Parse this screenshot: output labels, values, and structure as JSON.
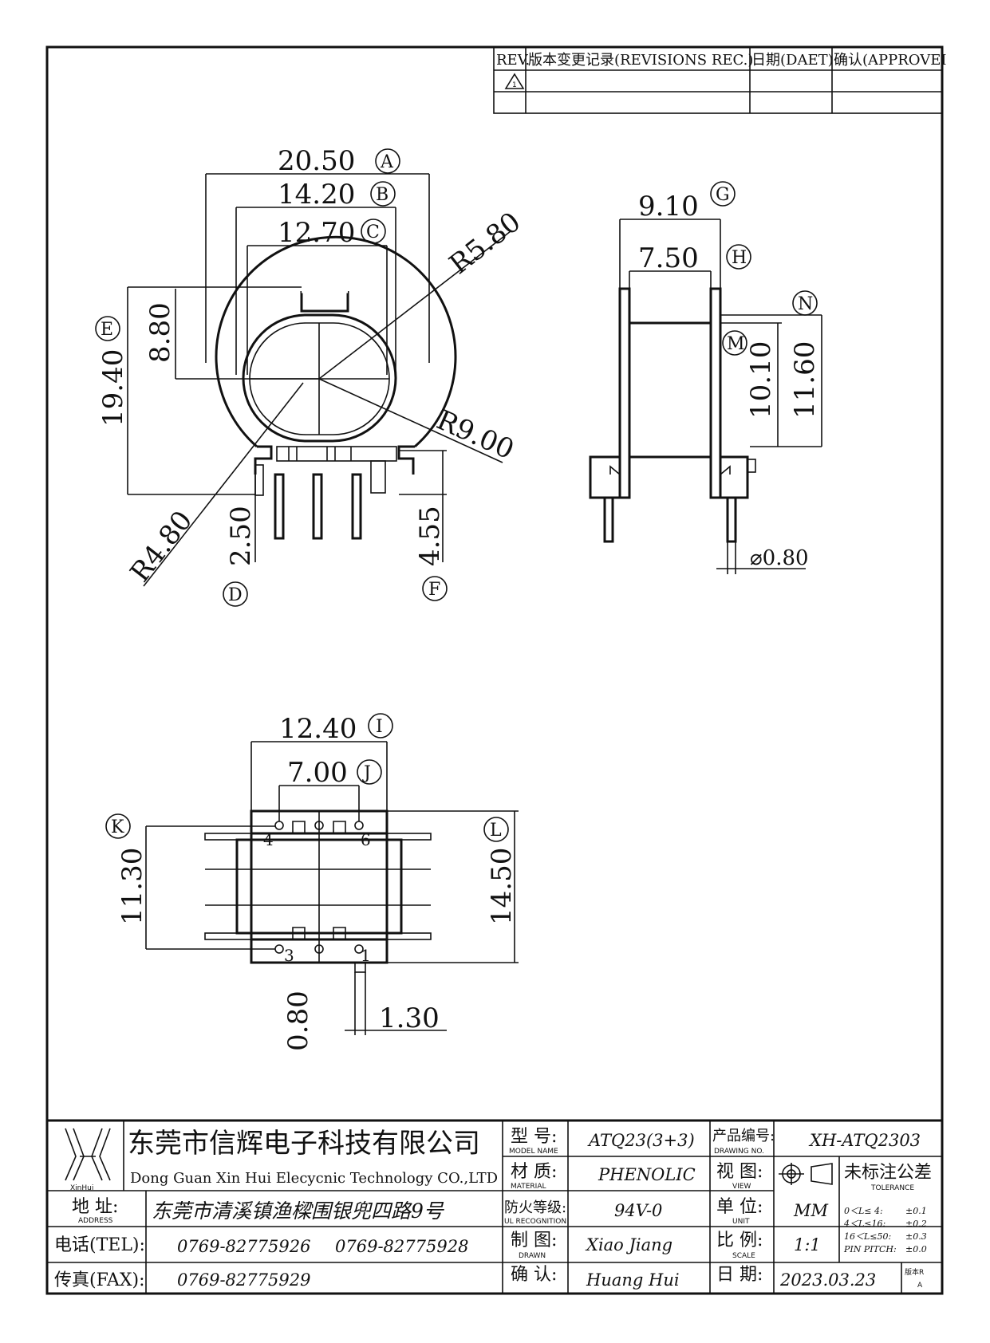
{
  "revision_table": {
    "headers": [
      "REV.",
      "版本变更记录(REVISIONS REC.)",
      "日期(DAET)",
      "确认(APPROVEI"
    ],
    "rev_symbol": "1"
  },
  "front_view": {
    "dims": {
      "a": "20.50",
      "b": "14.20",
      "c": "12.70",
      "e1": "19.40",
      "e2": "8.80",
      "r1": "R5.80",
      "r2": "R9.00",
      "r3": "R4.80",
      "d": "2.50",
      "f": "4.55"
    },
    "labels": [
      "A",
      "B",
      "C",
      "D",
      "E",
      "F"
    ]
  },
  "side_view": {
    "dims": {
      "g": "9.10",
      "h": "7.50",
      "m": "10.10",
      "n": "11.60",
      "pin": "⌀0.80"
    },
    "labels": [
      "G",
      "H",
      "M",
      "N"
    ]
  },
  "bottom_view": {
    "dims": {
      "i": "12.40",
      "j": "7.00",
      "k": "11.30",
      "l": "14.50",
      "p1": "0.80",
      "p2": "1.30"
    },
    "labels": [
      "I",
      "J",
      "K",
      "L"
    ],
    "pins": [
      "4",
      "6",
      "3",
      "1"
    ]
  },
  "title_block": {
    "logo_text": "XinHui",
    "company_cn": "东莞市信辉电子科技有限公司",
    "company_en": "Dong Guan Xin Hui Elecycnic Technology CO.,LTD",
    "address_label": "地  址:",
    "address_sub": "ADDRESS",
    "address": "东莞市清溪镇渔樑围银兜四路9号",
    "tel_label": "电话(TEL):",
    "tel1": "0769-82775926",
    "tel2": "0769-82775928",
    "fax_label": "传真(FAX):",
    "fax": "0769-82775929",
    "model_label": "型  号:",
    "model_sub": "MODEL NAME",
    "model": "ATQ23(3+3)",
    "material_label": "材  质:",
    "material_sub": "MATERIAL",
    "material": "PHENOLIC",
    "ul_label": "防火等级:",
    "ul_sub": "UL RECOGNITION",
    "ul": "94V-0",
    "drawn_label": "制  图:",
    "drawn_sub": "DRAWN",
    "drawn": "Xiao  Jiang",
    "approve_label": "确  认:",
    "approve": "Huang Hui",
    "drawing_no_label": "产品编号:",
    "drawing_no_sub": "DRAWING NO.",
    "drawing_no": "XH-ATQ2303",
    "view_label": "视  图:",
    "view_sub": "VIEW",
    "unit_label": "单  位:",
    "unit_sub": "UNIT",
    "unit": "MM",
    "scale_label": "比  例:",
    "scale_sub": "SCALE",
    "scale": "1:1",
    "date_label": "日  期:",
    "date": "2023.03.23",
    "tolerance_label": "未标注公差",
    "tolerance_sub": "TOLERANCE",
    "tolerance_rows": [
      [
        "0＜L≤ 4:",
        "±0.1"
      ],
      [
        "4＜L≤16:",
        "±0.2"
      ],
      [
        "16＜L≤50:",
        "±0.3"
      ],
      [
        "PIN PITCH:",
        "±0.0"
      ]
    ],
    "version_label": "版本R",
    "version": "A"
  }
}
